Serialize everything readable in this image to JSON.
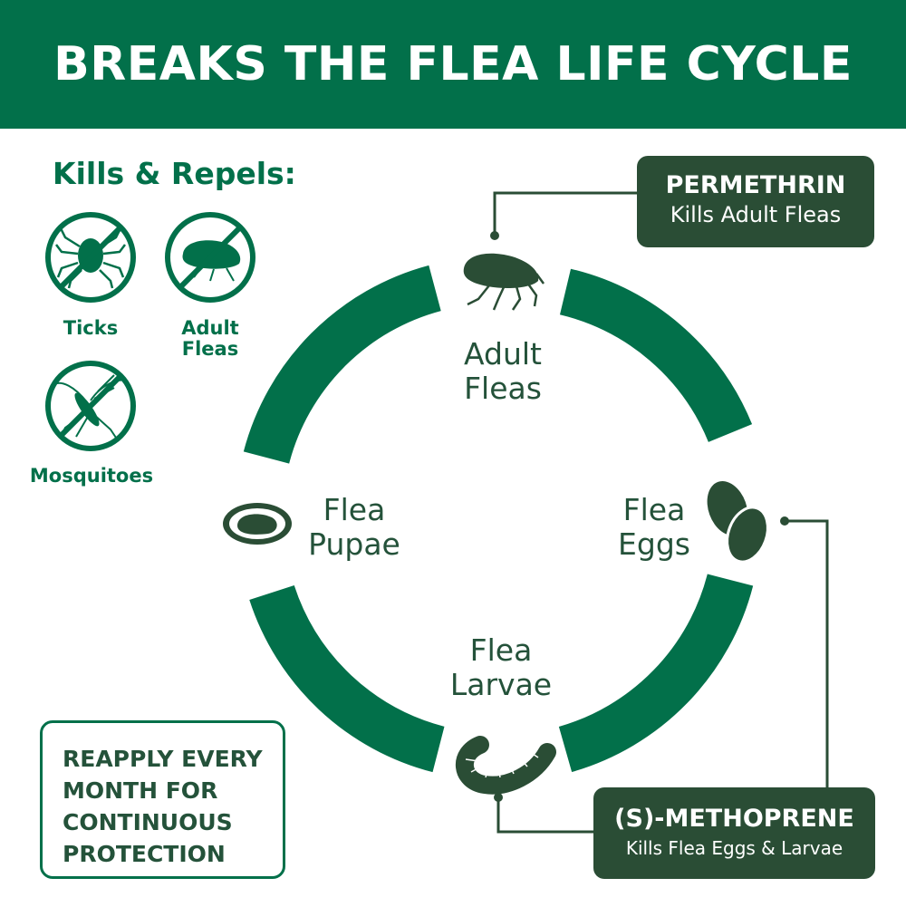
{
  "banner": {
    "title": "BREAKS THE FLEA LIFE CYCLE"
  },
  "kills": {
    "title": "Kills & Repels:",
    "items": [
      {
        "label": "Ticks",
        "icon": "tick-icon"
      },
      {
        "label": "Adult\nFleas",
        "icon": "flea-icon"
      },
      {
        "label": "Mosquitoes",
        "icon": "mosquito-icon"
      }
    ]
  },
  "cycle": {
    "stages": [
      {
        "label": "Adult\nFleas",
        "icon": "adult-flea-icon"
      },
      {
        "label": "Flea\nEggs",
        "icon": "flea-eggs-icon"
      },
      {
        "label": "Flea\nLarvae",
        "icon": "flea-larva-icon"
      },
      {
        "label": "Flea\nPupae",
        "icon": "flea-pupa-icon"
      }
    ]
  },
  "callouts": {
    "permethrin": {
      "title": "PERMETHRIN",
      "subtitle": "Kills Adult Fleas"
    },
    "methoprene": {
      "title": "(S)-METHOPRENE",
      "subtitle": "Kills Flea Eggs & Larvae"
    }
  },
  "reapply": {
    "text": "REAPPLY EVERY\nMONTH FOR\nCONTINUOUS\nPROTECTION"
  },
  "colors": {
    "green": "#02704a",
    "dark_green": "#2a4d35",
    "text_green": "#24523a",
    "white": "#ffffff"
  }
}
